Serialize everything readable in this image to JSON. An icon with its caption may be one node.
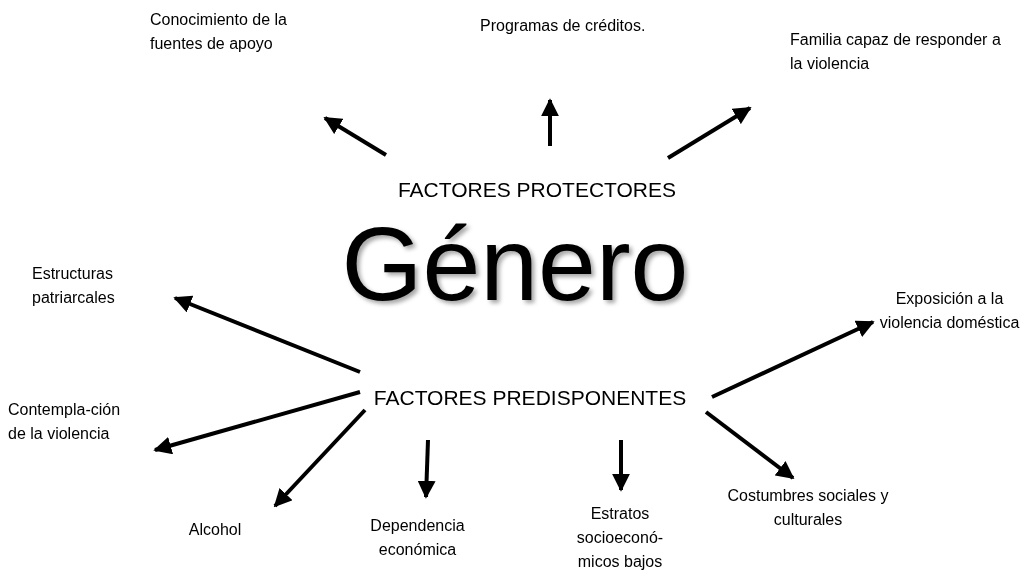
{
  "diagram": {
    "nodes": [
      {
        "text": [
          "Género"
        ]
      },
      {
        "text": [
          "FACTORES PROTECTORES"
        ]
      },
      {
        "text": [
          "FACTORES PREDISPONENTES"
        ]
      },
      {
        "text": [
          "Conocimiento de la fuentes de apoyo"
        ]
      },
      {
        "text": [
          "Programas de créditos."
        ]
      },
      {
        "text": [
          "Familia capaz de responder a la violencia"
        ]
      },
      {
        "text": [
          "Estructuras patriarcales"
        ]
      },
      {
        "text": [
          "Exposición a la violencia doméstica"
        ]
      },
      {
        "text": [
          "Contempla-ción de la violencia"
        ]
      },
      {
        "text": [
          "Alcohol"
        ]
      },
      {
        "text": [
          "Dependencia económica"
        ]
      },
      {
        "text": [
          "Estratos socioeconó-micos bajos"
        ]
      },
      {
        "text": [
          "Costumbres sociales y culturales"
        ]
      }
    ],
    "edges": [
      {
        "from": 1,
        "to": 3,
        "arrow": "to"
      },
      {
        "from": 1,
        "to": 4,
        "arrow": "to"
      },
      {
        "from": 1,
        "to": 5,
        "arrow": "to"
      },
      {
        "from": 2,
        "to": 6,
        "arrow": "to"
      },
      {
        "from": 2,
        "to": 7,
        "arrow": "to"
      },
      {
        "from": 2,
        "to": 8,
        "arrow": "to"
      },
      {
        "from": 2,
        "to": 9,
        "arrow": "to"
      },
      {
        "from": 2,
        "to": 10,
        "arrow": "to"
      },
      {
        "from": 2,
        "to": 11,
        "arrow": "to"
      },
      {
        "from": 2,
        "to": 12,
        "arrow": "to"
      }
    ]
  }
}
